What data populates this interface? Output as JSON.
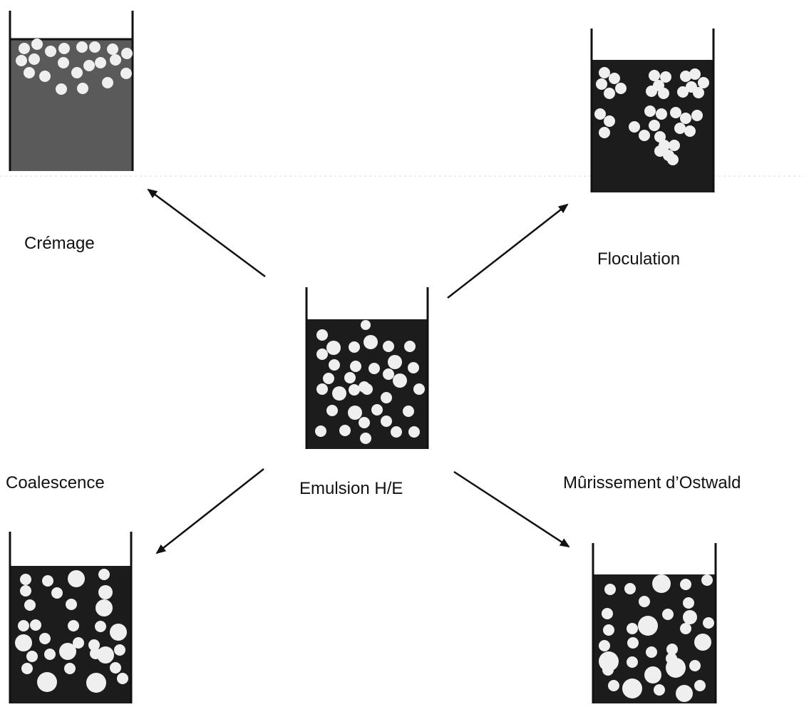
{
  "diagram": {
    "center_label": "Emulsion H/E",
    "processes": {
      "cremage": "Crémage",
      "floculation": "Floculation",
      "coalescence": "Coalescence",
      "murissement": "Mûrissement d’Ostwald"
    }
  },
  "colors": {
    "liquid": "#1c1c1c",
    "cream_liquid": "#5a5a5a",
    "droplet": "#efefef",
    "line": "#111111"
  }
}
